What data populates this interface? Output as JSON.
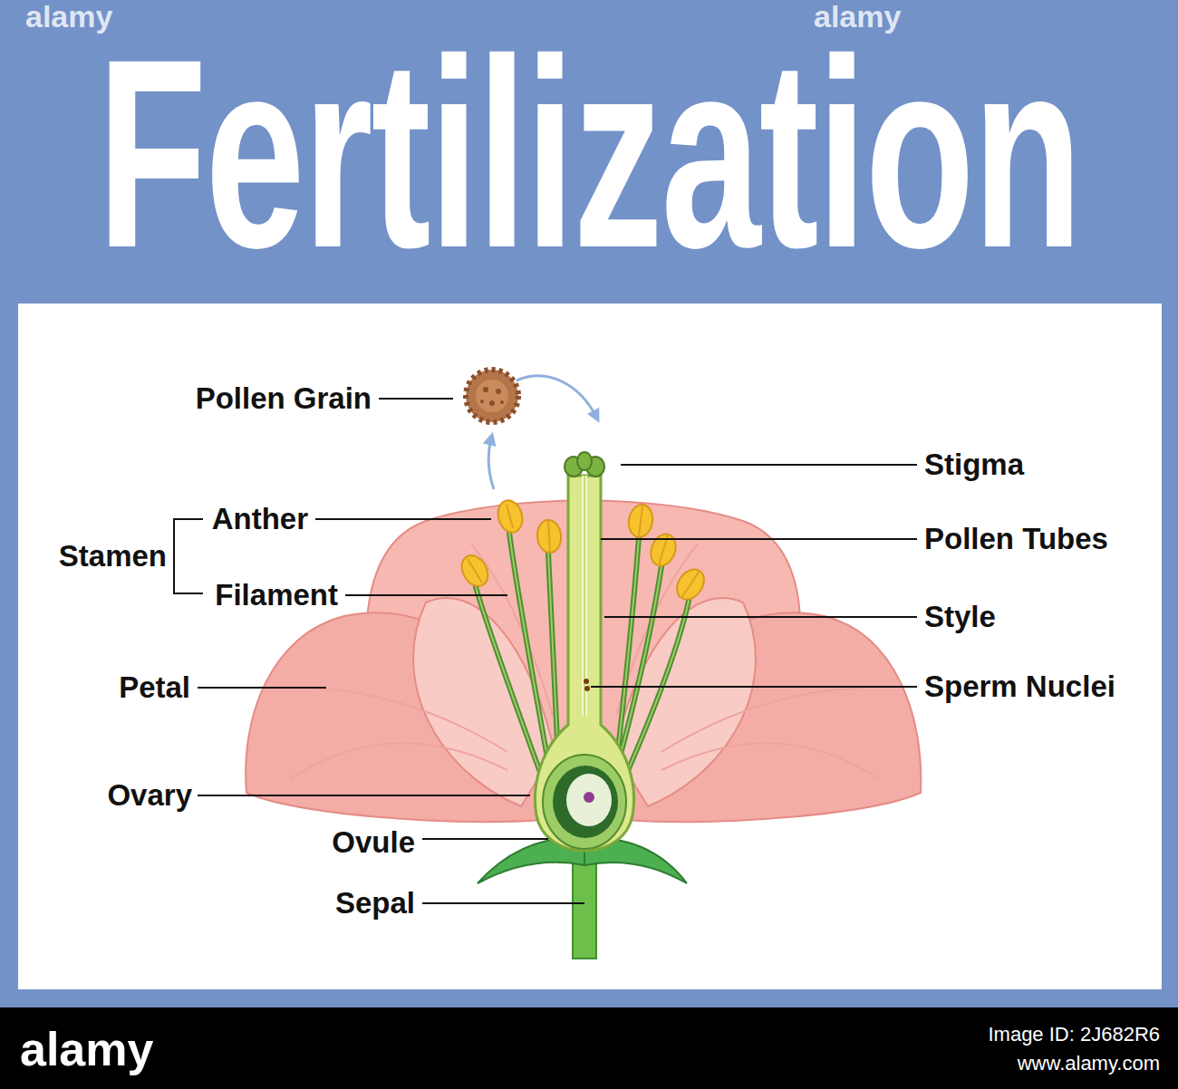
{
  "diagram": {
    "title": "Fertilization",
    "labels": [
      "alamy",
      "alamy",
      "Pollen Grain",
      "Stigma",
      "Anther",
      "Stamen",
      "Pollen Tubes",
      "Filament",
      "Style",
      "Petal",
      "Sperm Nuclei",
      "Ovary",
      "Ovule",
      "Sepal",
      "alamy",
      "Image ID: 2J682R6",
      "www.alamy.com"
    ]
  }
}
